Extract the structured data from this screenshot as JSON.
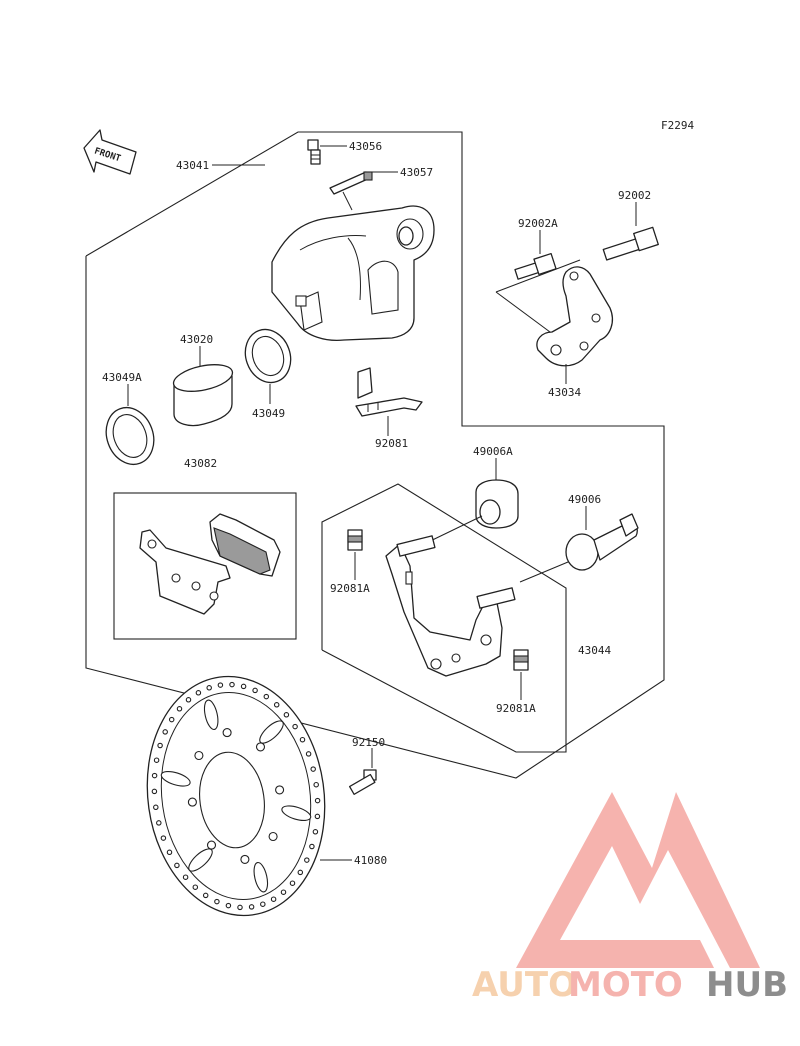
{
  "figure_code": "F2294",
  "front_label": "FRONT",
  "parts": {
    "p43041": "43041",
    "p43056": "43056",
    "p43057": "43057",
    "p92002": "92002",
    "p92002A": "92002A",
    "p43020": "43020",
    "p43049A": "43049A",
    "p43049": "43049",
    "p43034": "43034",
    "p92081": "92081",
    "p43082": "43082",
    "p49006A": "49006A",
    "p49006": "49006",
    "p92081A_upper": "92081A",
    "p92081A_lower": "92081A",
    "p43044": "43044",
    "p92150": "92150",
    "p41080": "41080"
  },
  "watermark": {
    "part1": "AUTO",
    "part2": "MOTO",
    "part3": "HUB",
    "color_light": "#f5c9a0",
    "color_mid": "#f4a6a0",
    "color_dark": "#7a7a7a"
  }
}
